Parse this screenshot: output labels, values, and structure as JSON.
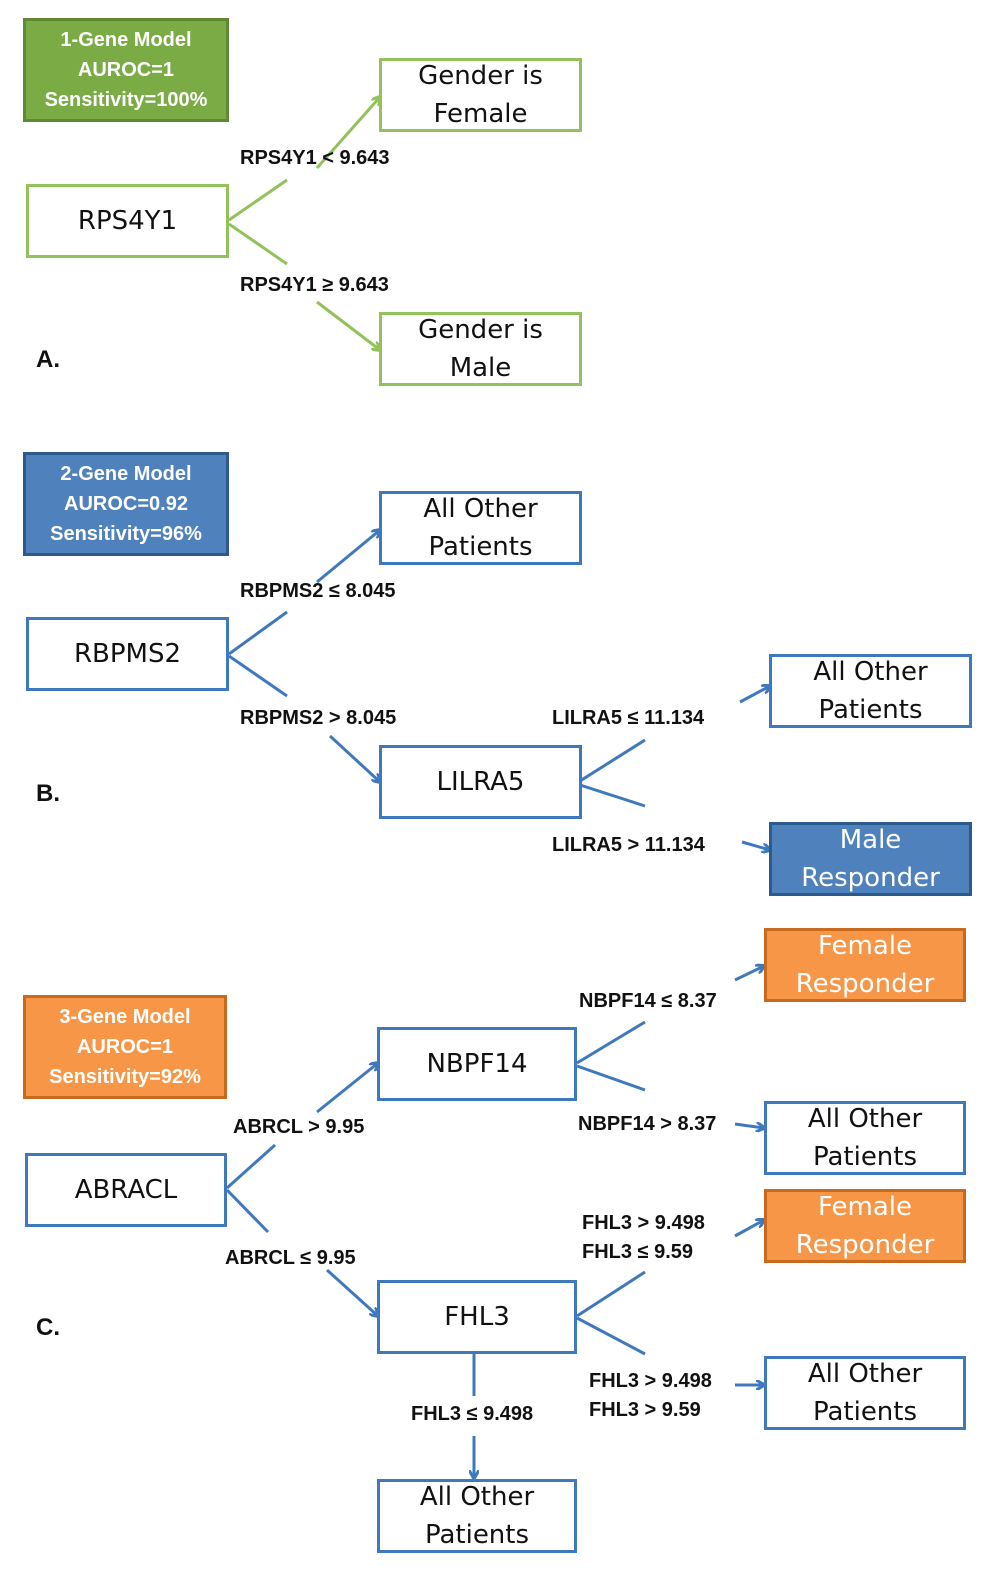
{
  "colors": {
    "green": "#93c15a",
    "blue": "#3f79bd",
    "blue_fill": "#4f81bd",
    "orange_fill": "#f79646"
  },
  "panel_a": {
    "section_label": "A.",
    "model": {
      "line1": "1-Gene Model",
      "line2": "AUROC=1",
      "line3": "Sensitivity=100%"
    },
    "root": "RPS4Y1",
    "rule_low": "RPS4Y1 < 9.643",
    "rule_high": "RPS4Y1 ≥ 9.643",
    "leaf_female": "Gender is\nFemale",
    "leaf_male": "Gender is\nMale"
  },
  "panel_b": {
    "section_label": "B.",
    "model": {
      "line1": "2-Gene Model",
      "line2": "AUROC=0.92",
      "line3": "Sensitivity=96%"
    },
    "root": "RBPMS2",
    "rule_low": "RBPMS2 ≤ 8.045",
    "rule_high": "RBPMS2 > 8.045",
    "leaf_other": "All Other\nPatients",
    "child": "LILRA5",
    "child_rule_low": "LILRA5 ≤ 11.134",
    "child_rule_high": "LILRA5 > 11.134",
    "child_leaf_other": "All Other\nPatients",
    "child_leaf_responder": "Male\nResponder"
  },
  "panel_c": {
    "section_label": "C.",
    "model": {
      "line1": "3-Gene Model",
      "line2": "AUROC=1",
      "line3": "Sensitivity=92%"
    },
    "root": "ABRACL",
    "rule_high": "ABRCL > 9.95",
    "rule_low": "ABRCL ≤ 9.95",
    "upper_child": "NBPF14",
    "upper_rule_low": "NBPF14 ≤ 8.37",
    "upper_rule_high": "NBPF14 > 8.37",
    "upper_leaf_responder": "Female\nResponder",
    "upper_leaf_other": "All Other\nPatients",
    "lower_child": "FHL3",
    "lower_rule_a1": "FHL3 > 9.498",
    "lower_rule_a2": "FHL3 ≤ 9.59",
    "lower_rule_b1": "FHL3 > 9.498",
    "lower_rule_b2": "FHL3 > 9.59",
    "lower_rule_c": "FHL3 ≤ 9.498",
    "lower_leaf_responder": "Female\nResponder",
    "lower_leaf_other": "All Other\nPatients",
    "bottom_leaf_other": "All Other\nPatients"
  }
}
